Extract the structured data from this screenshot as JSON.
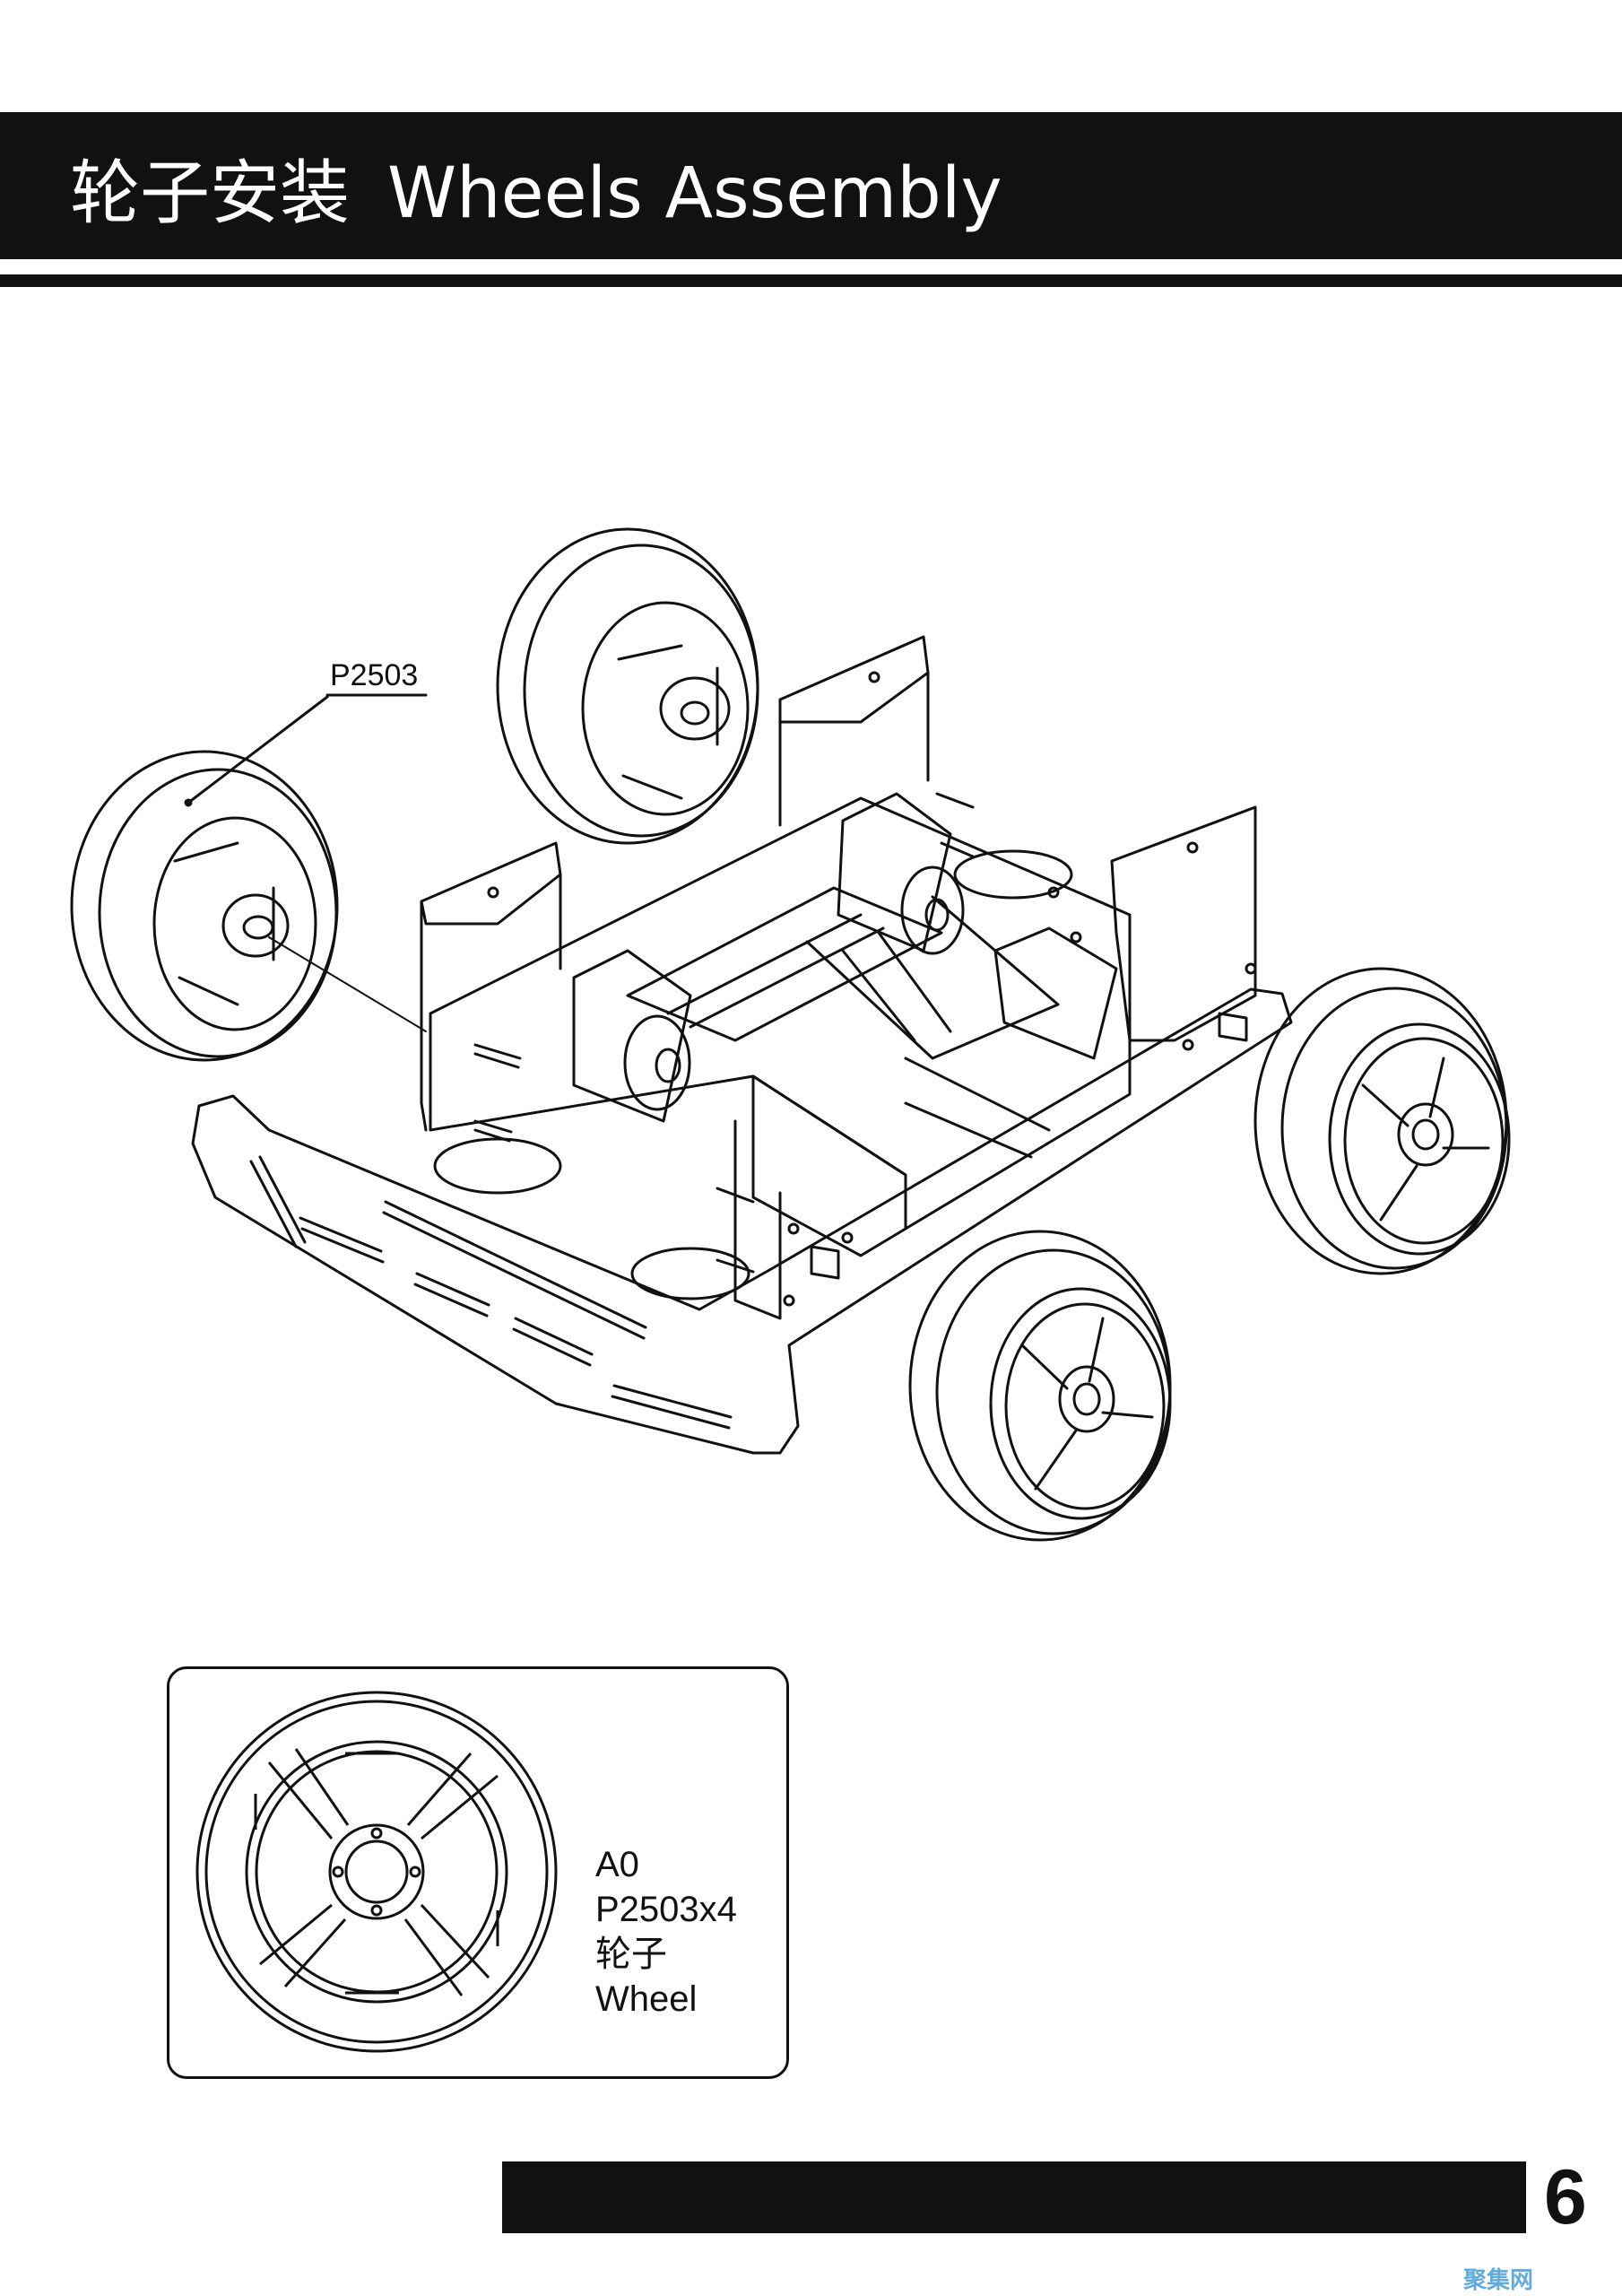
{
  "header": {
    "title_cn": "轮子安装",
    "title_en": "Wheels Assembly"
  },
  "diagram": {
    "callout_part": "P2503"
  },
  "parts_panel": {
    "step": "A0",
    "part_qty": "P2503x4",
    "name_cn": "轮子",
    "name_en": "Wheel"
  },
  "footer": {
    "page_number": "6"
  },
  "watermark": {
    "text": "聚集网"
  },
  "colors": {
    "ink": "#111111",
    "paper": "#ffffff",
    "watermark": "#2e8fd0"
  }
}
